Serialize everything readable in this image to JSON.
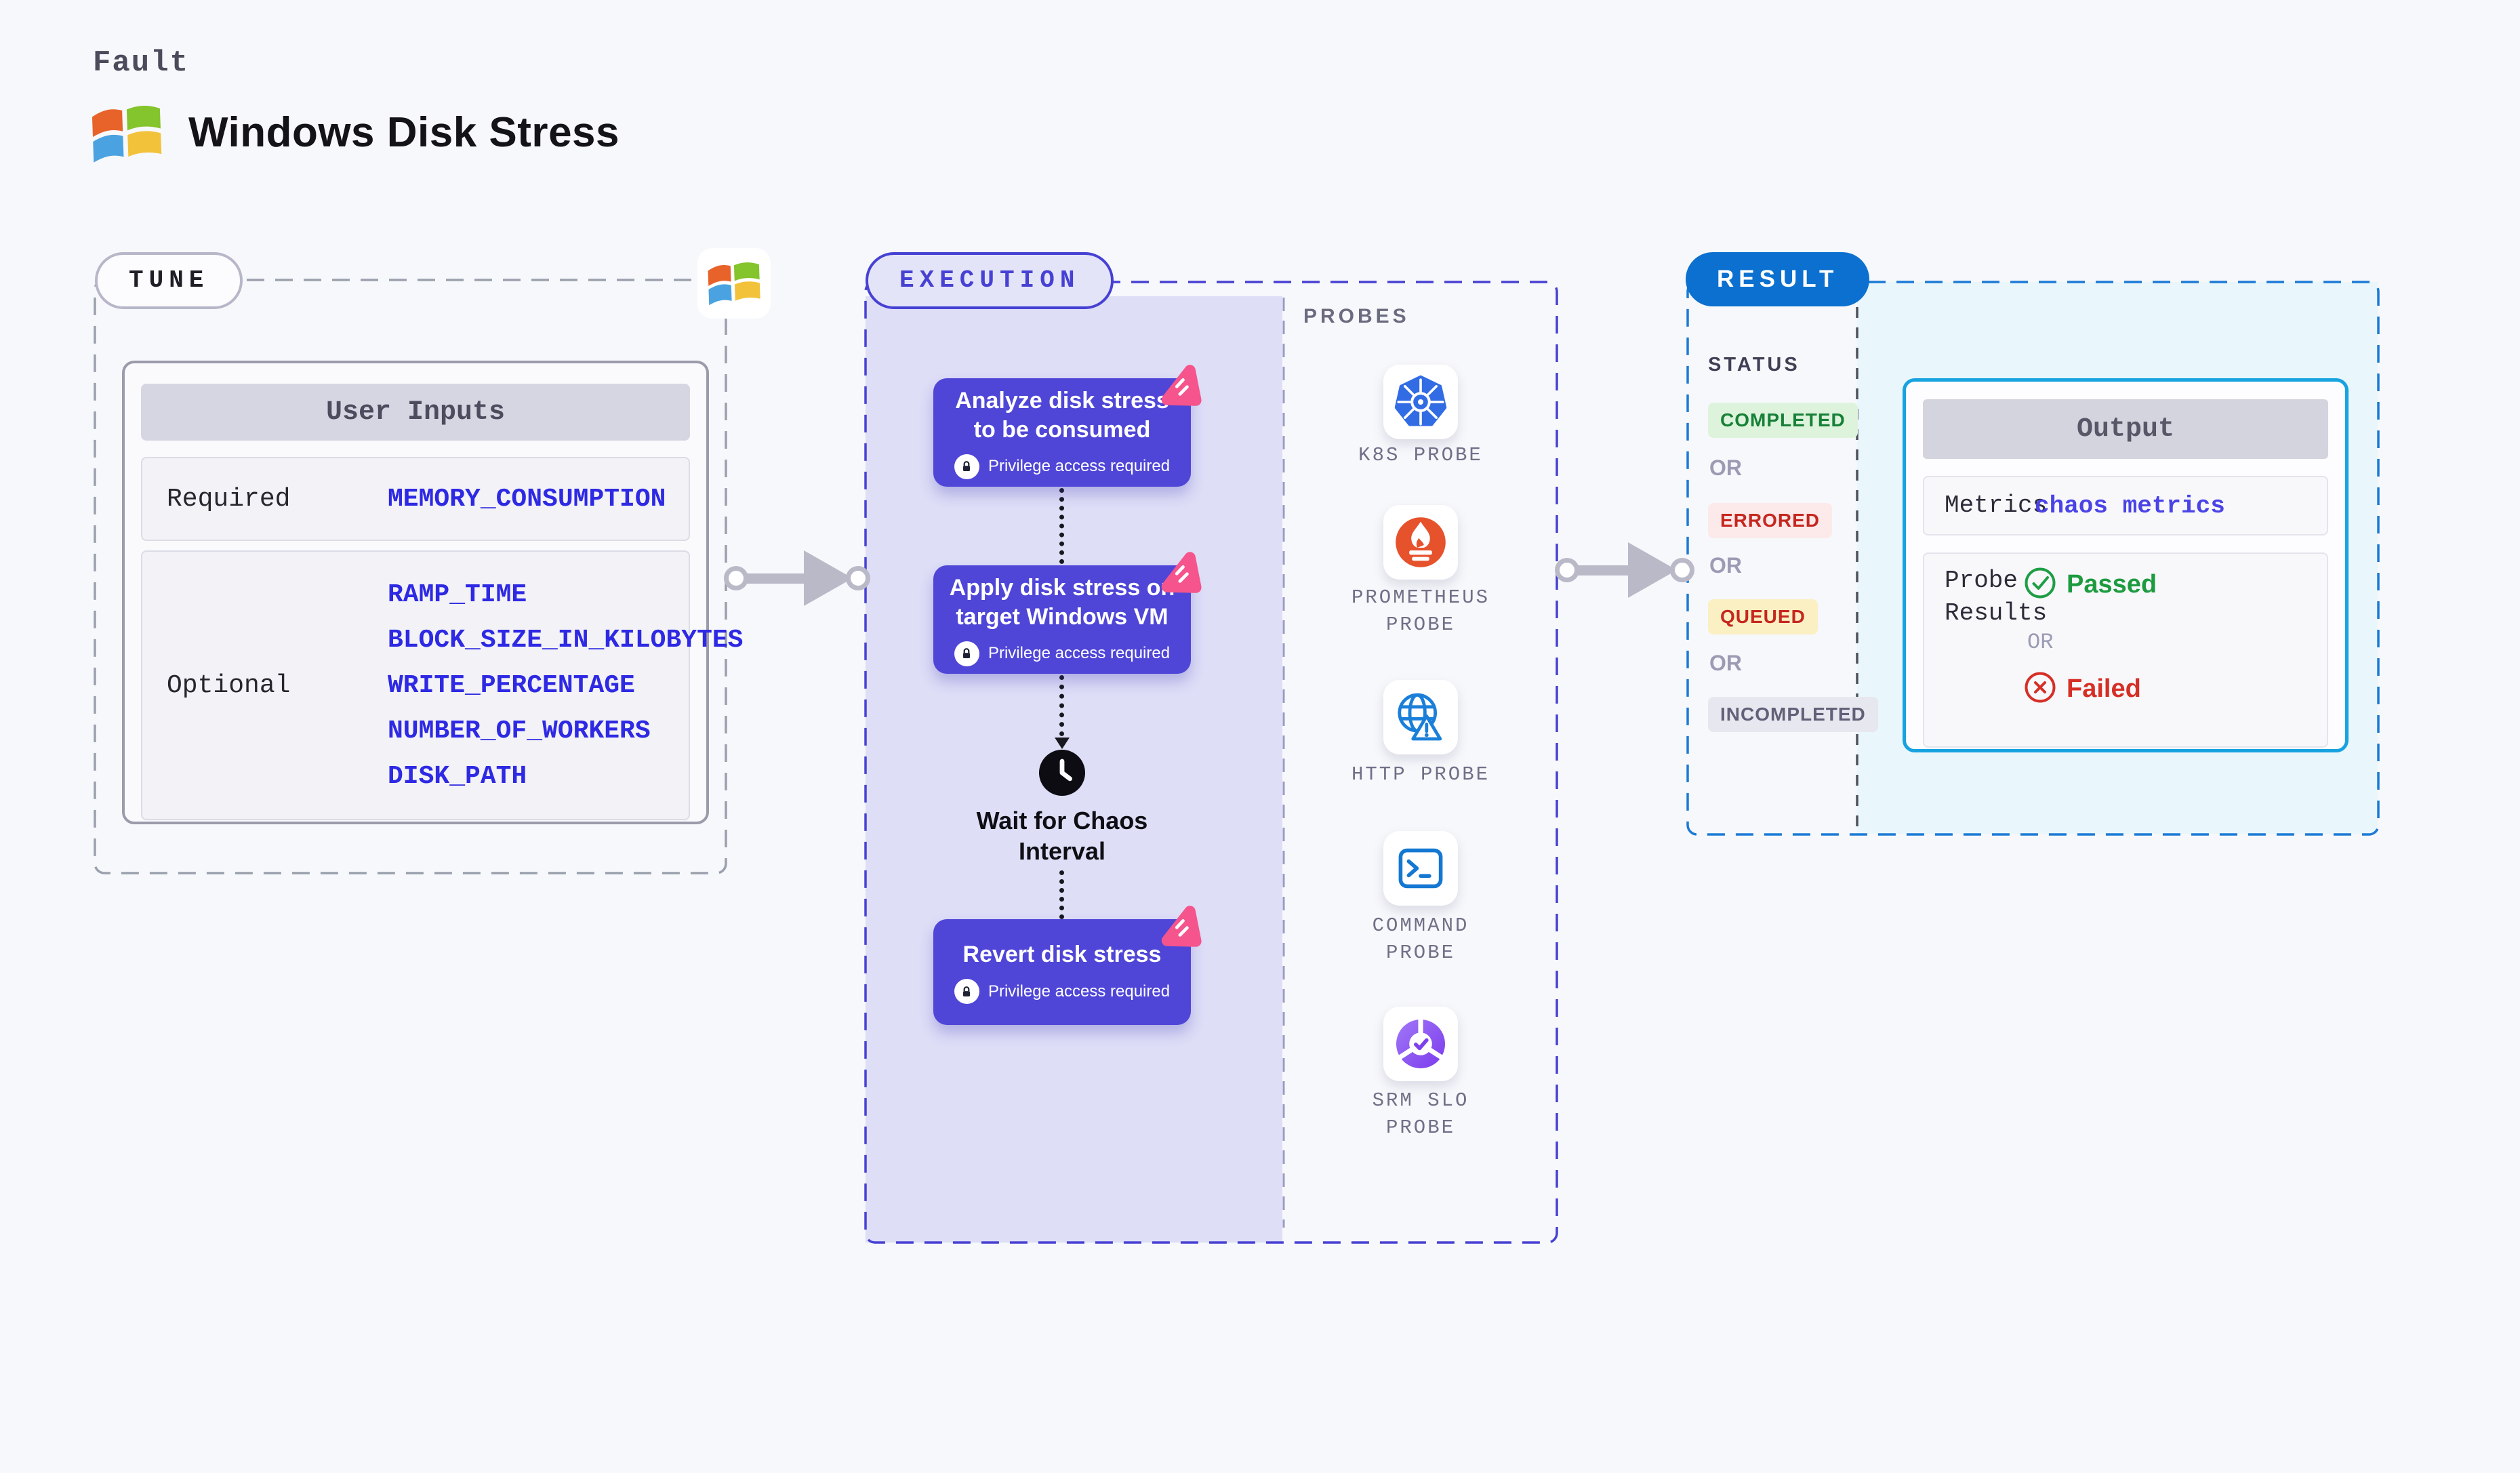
{
  "header": {
    "kicker": "Fault",
    "title": "Windows Disk Stress",
    "logo": "windows-logo"
  },
  "tune": {
    "label": "TUNE",
    "table": {
      "title": "User Inputs",
      "required_label": "Required",
      "required_params": [
        "MEMORY_CONSUMPTION"
      ],
      "optional_label": "Optional",
      "optional_params": [
        "RAMP_TIME",
        "BLOCK_SIZE_IN_KILOBYTES",
        "WRITE_PERCENTAGE",
        "NUMBER_OF_WORKERS",
        "DISK_PATH"
      ]
    }
  },
  "execution": {
    "label": "EXECUTION",
    "steps": [
      {
        "title_lines": [
          "Analyze disk stress",
          "to be consumed"
        ],
        "badge": "Privilege access required"
      },
      {
        "title_lines": [
          "Apply disk stress on",
          "target Windows VM"
        ],
        "badge": "Privilege access required"
      },
      {
        "title_lines": [
          "Revert disk stress"
        ],
        "badge": "Privilege access required"
      }
    ],
    "wait_lines": [
      "Wait for Chaos",
      "Interval"
    ]
  },
  "probes": {
    "label": "PROBES",
    "items": [
      {
        "name_lines": [
          "K8S PROBE"
        ],
        "icon": "kubernetes-icon"
      },
      {
        "name_lines": [
          "PROMETHEUS",
          "PROBE"
        ],
        "icon": "prometheus-icon"
      },
      {
        "name_lines": [
          "HTTP PROBE"
        ],
        "icon": "globe-warning-icon"
      },
      {
        "name_lines": [
          "COMMAND",
          "PROBE"
        ],
        "icon": "terminal-icon"
      },
      {
        "name_lines": [
          "SRM SLO",
          "PROBE"
        ],
        "icon": "slo-gauge-icon"
      }
    ]
  },
  "result": {
    "label": "RESULT",
    "status_label": "STATUS",
    "or_label": "OR",
    "statuses": [
      {
        "text": "COMPLETED",
        "fg": "#178038",
        "bg": "#def3dc"
      },
      {
        "text": "ERRORED",
        "fg": "#c5271f",
        "bg": "#fceaea"
      },
      {
        "text": "QUEUED",
        "fg": "#c5271f",
        "bg": "#fbf0c3"
      },
      {
        "text": "INCOMPLETED",
        "fg": "#606079",
        "bg": "#e7e7ef"
      }
    ],
    "output": {
      "title": "Output",
      "metrics_label": "Metrics",
      "metrics_value": "chaos metrics",
      "probe_results_label": "Probe Results",
      "passed_label": "Passed",
      "failed_label": "Failed"
    }
  },
  "colors": {
    "page_bg": "#f7f8fb",
    "tune_accent": "#b7b7c9",
    "execution_accent": "#4741d3",
    "execution_panel": "#dedef7",
    "step_fill": "#4f46d7",
    "chaos_badge_pink": "#f5548c",
    "result_pill": "#0b70cf",
    "result_border": "#1b7ad6",
    "result_panel": "#e9f6fb",
    "output_border": "#17a2e0",
    "param_blue": "#2e29e3",
    "passed_green": "#1d9b3f",
    "failed_red": "#d52f26",
    "kubernetes_blue": "#326ce5",
    "prometheus_orange": "#e6522c"
  }
}
